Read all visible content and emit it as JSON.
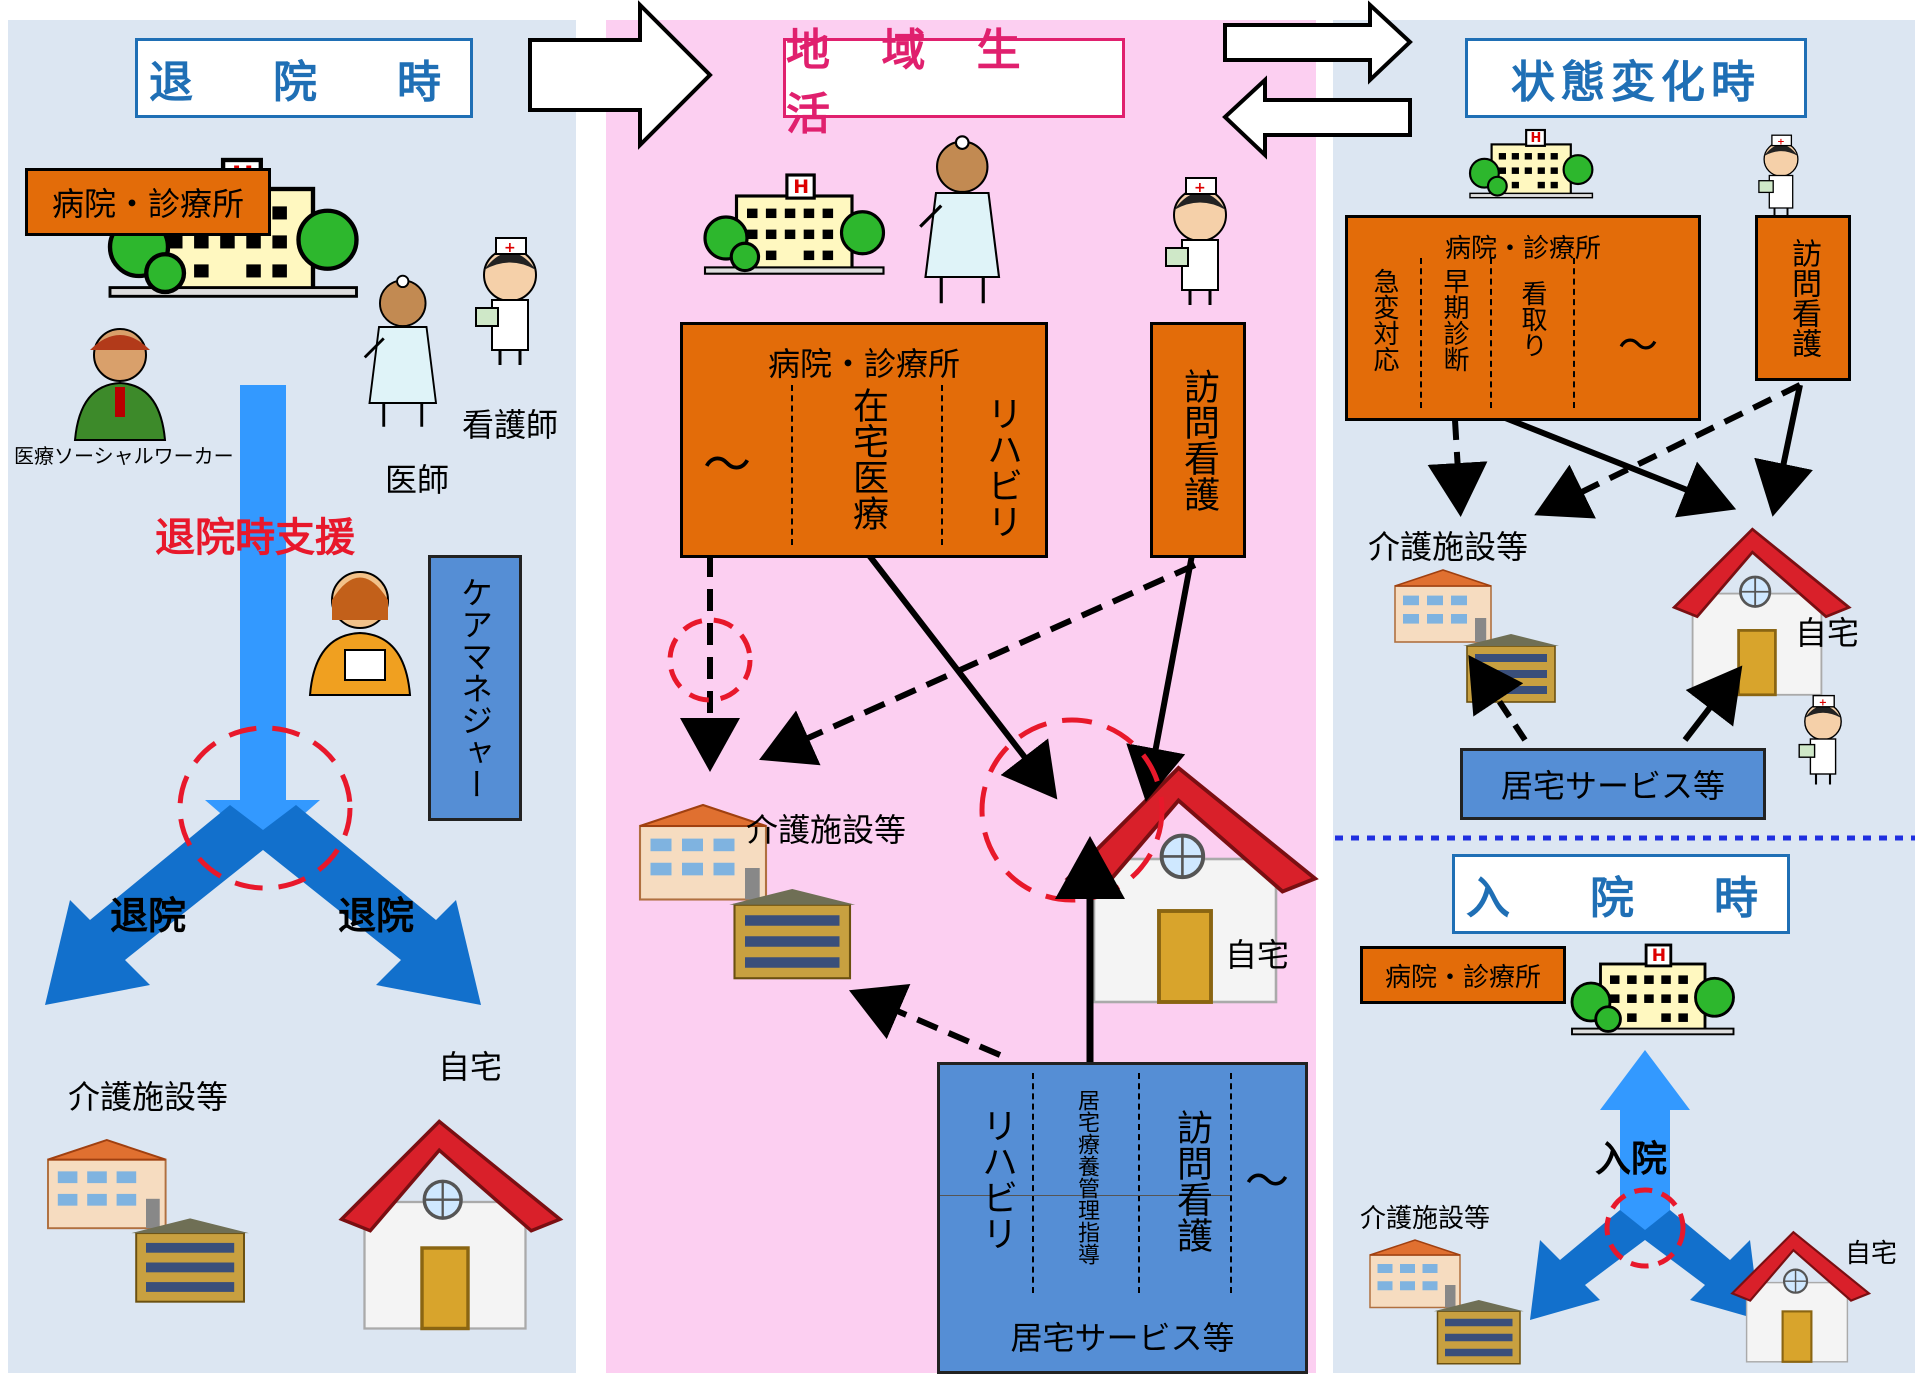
{
  "sections": {
    "discharge": {
      "title": "退　院　時"
    },
    "community": {
      "title": "地 域 生 活"
    },
    "change": {
      "title": "状態変化時"
    },
    "admission": {
      "title": "入　院　時"
    }
  },
  "left": {
    "hospital_label": "病院・診療所",
    "social_worker": "医療ソーシャルワーカー",
    "nurse": "看護師",
    "doctor": "医師",
    "support": "退院時支援",
    "care_manager": "ケアマネジャー",
    "discharge_left": "退院",
    "discharge_right": "退院",
    "facility": "介護施設等",
    "home": "自宅"
  },
  "center": {
    "hospital_title": "病院・診療所",
    "col_tilde": "～",
    "col_home_medical": "在宅医療",
    "col_rehab": "リハビリ",
    "visiting_nursing": "訪問看護",
    "facility": "介護施設等",
    "home": "自宅",
    "service_title": "居宅サービス等",
    "svc_rehab": "リハビリ",
    "svc_guidance": "居宅療養管理指導",
    "svc_nursing": "訪問看護",
    "svc_tilde": "～"
  },
  "right": {
    "hospital_title": "病院・診療所",
    "col_emergency": "急変対応",
    "col_early": "早期診断",
    "col_terminal": "看取り",
    "col_tilde": "～",
    "visiting_nursing": "訪問看護",
    "facility": "介護施設等",
    "home": "自宅",
    "service": "居宅サービス等",
    "adm_hospital": "病院・診療所",
    "admit": "入院",
    "adm_facility": "介護施設等",
    "adm_home": "自宅"
  },
  "colors": {
    "left_bg": "#dce6f2",
    "center_bg": "#fccff1",
    "right_bg": "#dce6f2",
    "orange": "#e36c09",
    "blue": "#558ed5",
    "title_blue": "#1f6fb5",
    "title_pink": "#e0206e",
    "red": "#e8182b"
  }
}
